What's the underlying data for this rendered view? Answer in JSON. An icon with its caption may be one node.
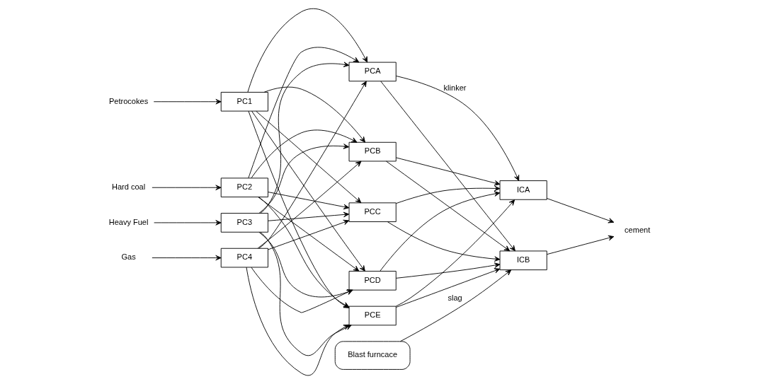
{
  "diagram": {
    "nodes": [
      {
        "text": [
          "Petrocokes"
        ]
      },
      {
        "text": [
          "Hard coal"
        ]
      },
      {
        "text": [
          "Heavy Fuel"
        ]
      },
      {
        "text": [
          "Gas"
        ]
      },
      {
        "text": [
          "PC1"
        ]
      },
      {
        "text": [
          "PC2"
        ]
      },
      {
        "text": [
          "PC3"
        ]
      },
      {
        "text": [
          "PC4"
        ]
      },
      {
        "text": [
          "PCA"
        ]
      },
      {
        "text": [
          "PCB"
        ]
      },
      {
        "text": [
          "PCC"
        ]
      },
      {
        "text": [
          "PCD"
        ]
      },
      {
        "text": [
          "PCE"
        ]
      },
      {
        "text": [
          "ICA"
        ]
      },
      {
        "text": [
          "ICB"
        ]
      },
      {
        "text": [
          "Blast furncace"
        ]
      },
      {
        "text": [
          "cement"
        ]
      }
    ],
    "edges": [
      {
        "from": 0,
        "to": 4,
        "arrow": "to"
      },
      {
        "from": 1,
        "to": 5,
        "arrow": "to"
      },
      {
        "from": 2,
        "to": 6,
        "arrow": "to"
      },
      {
        "from": 3,
        "to": 7,
        "arrow": "to"
      },
      {
        "from": 4,
        "to": 8,
        "arrow": "to"
      },
      {
        "from": 4,
        "to": 9,
        "arrow": "to"
      },
      {
        "from": 4,
        "to": 10,
        "arrow": "to"
      },
      {
        "from": 4,
        "to": 11,
        "arrow": "to"
      },
      {
        "from": 4,
        "to": 12,
        "arrow": "to"
      },
      {
        "from": 5,
        "to": 8,
        "arrow": "to"
      },
      {
        "from": 5,
        "to": 9,
        "arrow": "to"
      },
      {
        "from": 5,
        "to": 10,
        "arrow": "to"
      },
      {
        "from": 5,
        "to": 11,
        "arrow": "to"
      },
      {
        "from": 5,
        "to": 12,
        "arrow": "to"
      },
      {
        "from": 6,
        "to": 8,
        "arrow": "to"
      },
      {
        "from": 6,
        "to": 9,
        "arrow": "to"
      },
      {
        "from": 6,
        "to": 10,
        "arrow": "to"
      },
      {
        "from": 6,
        "to": 11,
        "arrow": "to"
      },
      {
        "from": 6,
        "to": 12,
        "arrow": "to"
      },
      {
        "from": 7,
        "to": 8,
        "arrow": "to"
      },
      {
        "from": 7,
        "to": 9,
        "arrow": "to"
      },
      {
        "from": 7,
        "to": 10,
        "arrow": "to"
      },
      {
        "from": 7,
        "to": 11,
        "arrow": "to"
      },
      {
        "from": 7,
        "to": 12,
        "arrow": "to"
      },
      {
        "from": 8,
        "to": 13,
        "arrow": "to",
        "label": "klinker"
      },
      {
        "from": 8,
        "to": 14,
        "arrow": "to"
      },
      {
        "from": 9,
        "to": 13,
        "arrow": "to"
      },
      {
        "from": 9,
        "to": 14,
        "arrow": "to"
      },
      {
        "from": 10,
        "to": 13,
        "arrow": "to"
      },
      {
        "from": 10,
        "to": 14,
        "arrow": "to"
      },
      {
        "from": 11,
        "to": 13,
        "arrow": "to"
      },
      {
        "from": 11,
        "to": 14,
        "arrow": "to"
      },
      {
        "from": 12,
        "to": 13,
        "arrow": "to"
      },
      {
        "from": 12,
        "to": 14,
        "arrow": "to"
      },
      {
        "from": 15,
        "to": 14,
        "arrow": "to",
        "label": "slag"
      },
      {
        "from": 13,
        "to": 16,
        "arrow": "to"
      },
      {
        "from": 14,
        "to": 16,
        "arrow": "to"
      }
    ]
  }
}
